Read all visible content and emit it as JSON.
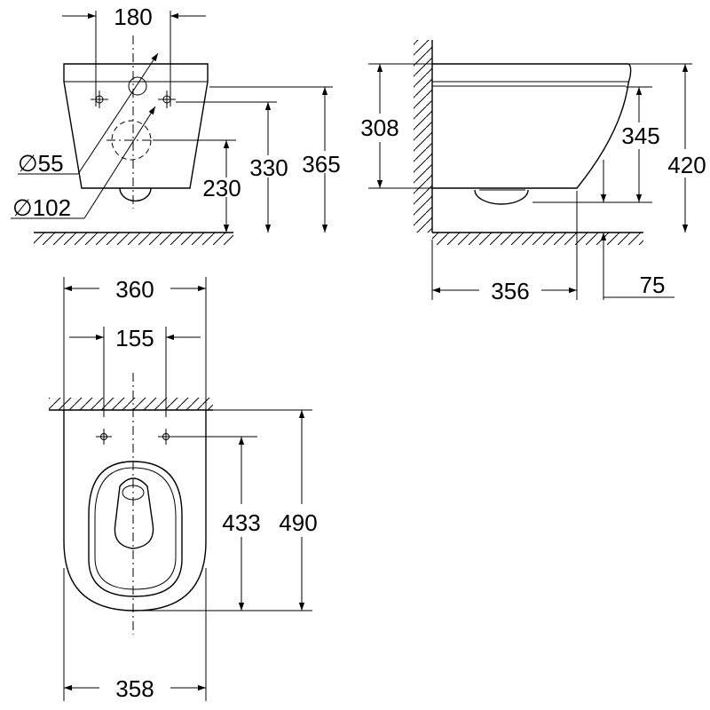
{
  "front_view": {
    "width_holes": "180",
    "dia_small": "∅55",
    "dia_large": "∅102",
    "h_outlet": "230",
    "h_holes": "330",
    "h_total": "365"
  },
  "side_view": {
    "h_308": "308",
    "h_345": "345",
    "h_420": "420",
    "depth": "356",
    "offset": "75"
  },
  "top_view": {
    "width_total": "360",
    "width_holes": "155",
    "len_433": "433",
    "len_490": "490",
    "width_bottom": "358"
  }
}
